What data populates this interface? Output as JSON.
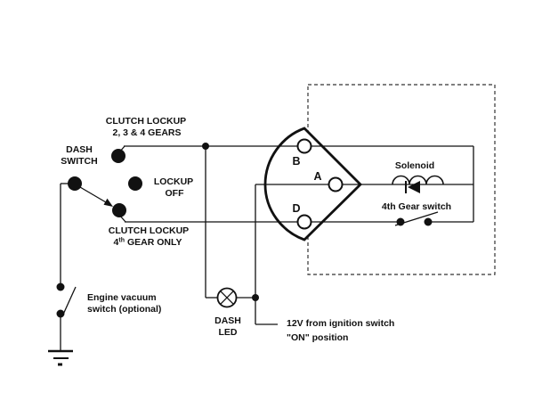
{
  "title": "Clutch lockup wiring diagram",
  "colors": {
    "ink": "#111111",
    "background": "#ffffff",
    "dashed_boundary": "#333333"
  },
  "labels": {
    "clutch_lockup_234": {
      "line1": "CLUTCH LOCKUP",
      "line2": "2, 3 & 4 GEARS"
    },
    "dash_switch": {
      "line1": "DASH",
      "line2": "SWITCH"
    },
    "lockup_off": {
      "line1": "LOCKUP",
      "line2": "OFF"
    },
    "clutch_lockup_4th": {
      "line1": "CLUTCH LOCKUP",
      "num": "4",
      "sup": "th",
      "rest": "GEAR ONLY"
    },
    "engine_vacuum": {
      "line1": "Engine vacuum",
      "line2": "switch (optional)"
    },
    "dash_led": {
      "line1": "DASH",
      "line2": "LED"
    },
    "ignition": {
      "line1": "12V from ignition switch",
      "line2": "\"ON\" position"
    },
    "solenoid": "Solenoid",
    "fourth_gear_switch": "4th Gear switch",
    "connector_pins": {
      "b": "B",
      "a": "A",
      "d": "D"
    }
  }
}
